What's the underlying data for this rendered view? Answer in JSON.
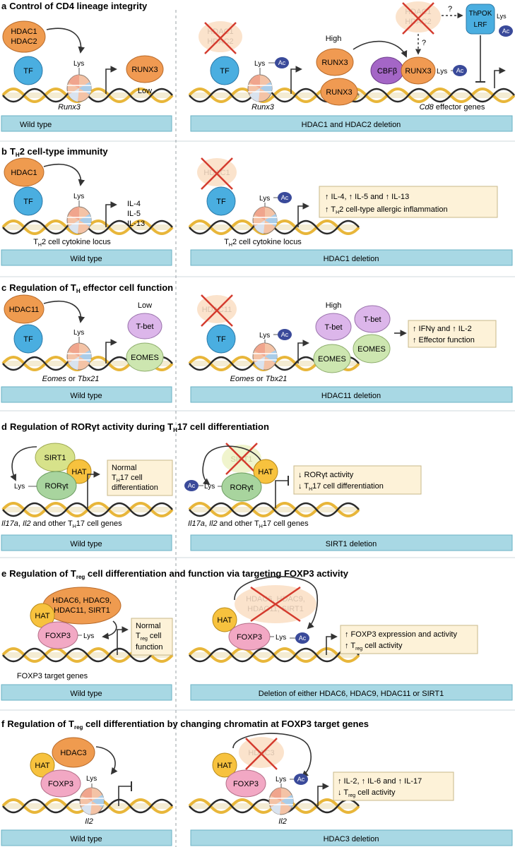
{
  "colors": {
    "hdac_orange": "#ef9b4f",
    "tf_blue": "#4aaee0",
    "runx3_orange": "#f09a52",
    "bar_fill": "#a8d8e4",
    "note_fill": "#fdf2d8",
    "sirt_green": "#d7e28a",
    "ror_green": "#a8d49e",
    "hat_yellow": "#f7c23e",
    "foxp3_pink": "#f2a8c4",
    "tbet_purple": "#dcb6ea",
    "eomes_green": "#cde6b0",
    "cbf_purple": "#a466c6",
    "ac_navy": "#3a4a9a",
    "dna_gold": "#e8b63a"
  },
  "common": {
    "lys": "Lys",
    "ac": "Ac",
    "wild_type": "Wild type"
  },
  "a": {
    "letter": "a",
    "title": "Control of CD4 lineage integrity",
    "hdac1": "HDAC1",
    "hdac2": "HDAC2",
    "tf": "TF",
    "runx3": "RUNX3",
    "low": "Low",
    "high": "High",
    "gene": "Runx3",
    "cbfb": "CBFβ",
    "thpok": "ThPOK",
    "lrf": "LRF",
    "q1": "?",
    "q2": "?",
    "cd8_italic": "Cd8",
    "cd8_rest": " effector genes",
    "right_bar": "HDAC1 and HDAC2 deletion"
  },
  "b": {
    "letter": "b",
    "title_pre": "T",
    "title_sub": "H",
    "title_post": "2 cell-type immunity",
    "hdac1": "HDAC1",
    "tf": "TF",
    "il4": "IL-4",
    "il5": "IL-5",
    "il13": "IL-13",
    "locus_pre": "T",
    "locus_sub": "H",
    "locus_post": "2 cell cytokine locus",
    "note1": "↑ IL-4, ↑ IL-5 and ↑ IL-13",
    "note2_pre": "↑ T",
    "note2_sub": "H",
    "note2_post": "2 cell-type allergic inflammation",
    "right_bar": "HDAC1 deletion"
  },
  "c": {
    "letter": "c",
    "title_pre": "Regulation of T",
    "title_sub": "H",
    "title_post": " effector cell function",
    "hdac11": "HDAC11",
    "tf": "TF",
    "low": "Low",
    "high": "High",
    "tbet": "T-bet",
    "eomes": "EOMES",
    "gene_a": "Eomes",
    "gene_or": " or ",
    "gene_b": "Tbx21",
    "note1": "↑ IFNγ and ↑ IL-2",
    "note2": "↑ Effector function",
    "right_bar": "HDAC11 deletion"
  },
  "d": {
    "letter": "d",
    "title_pre": "Regulation of RORγt activity during T",
    "title_sub": "H",
    "title_post": "17 cell differentiation",
    "sirt1": "SIRT1",
    "hat": "HAT",
    "ror": "RORγt",
    "normal1": "Normal",
    "normal2_pre": "T",
    "normal2_sub": "H",
    "normal2_post": "17 cell",
    "normal3": "differentiation",
    "genes_a": "Il17a",
    "genes_mid": ", ",
    "genes_b": "Il2",
    "genes_rest_pre": " and other T",
    "genes_sub": "H",
    "genes_rest_post": "17 cell genes",
    "note1": "↓ RORγt activity",
    "note2_pre": "↓ T",
    "note2_sub": "H",
    "note2_post": "17 cell differentiation",
    "right_bar": "SIRT1 deletion"
  },
  "e": {
    "letter": "e",
    "title_pre": "Regulation of T",
    "title_sub": "reg",
    "title_post": " cell differentiation and function via targeting FOXP3 activity",
    "hdacs1": "HDAC6, HDAC9,",
    "hdacs2": "HDAC11, SIRT1",
    "hat": "HAT",
    "foxp3": "FOXP3",
    "normal1": "Normal",
    "normal2_pre": "T",
    "normal2_sub": "reg",
    "normal2_post": " cell",
    "normal3": "function",
    "targets": "FOXP3 target genes",
    "note1": "↑ FOXP3 expression and activity",
    "note2_pre": "↑ T",
    "note2_sub": "reg",
    "note2_post": " cell activity",
    "right_bar": "Deletion of either HDAC6, HDAC9, HDAC11 or SIRT1"
  },
  "f": {
    "letter": "f",
    "title_pre": "Regulation of T",
    "title_sub": "reg",
    "title_post": " cell differentiation by changing chromatin at FOXP3 target genes",
    "hdac3": "HDAC3",
    "hat": "HAT",
    "foxp3": "FOXP3",
    "gene": "Il2",
    "note1": "↑ IL-2, ↑ IL-6 and ↑ IL-17",
    "note2_pre": "↓ T",
    "note2_sub": "reg",
    "note2_post": " cell activity",
    "right_bar": "HDAC3 deletion"
  }
}
